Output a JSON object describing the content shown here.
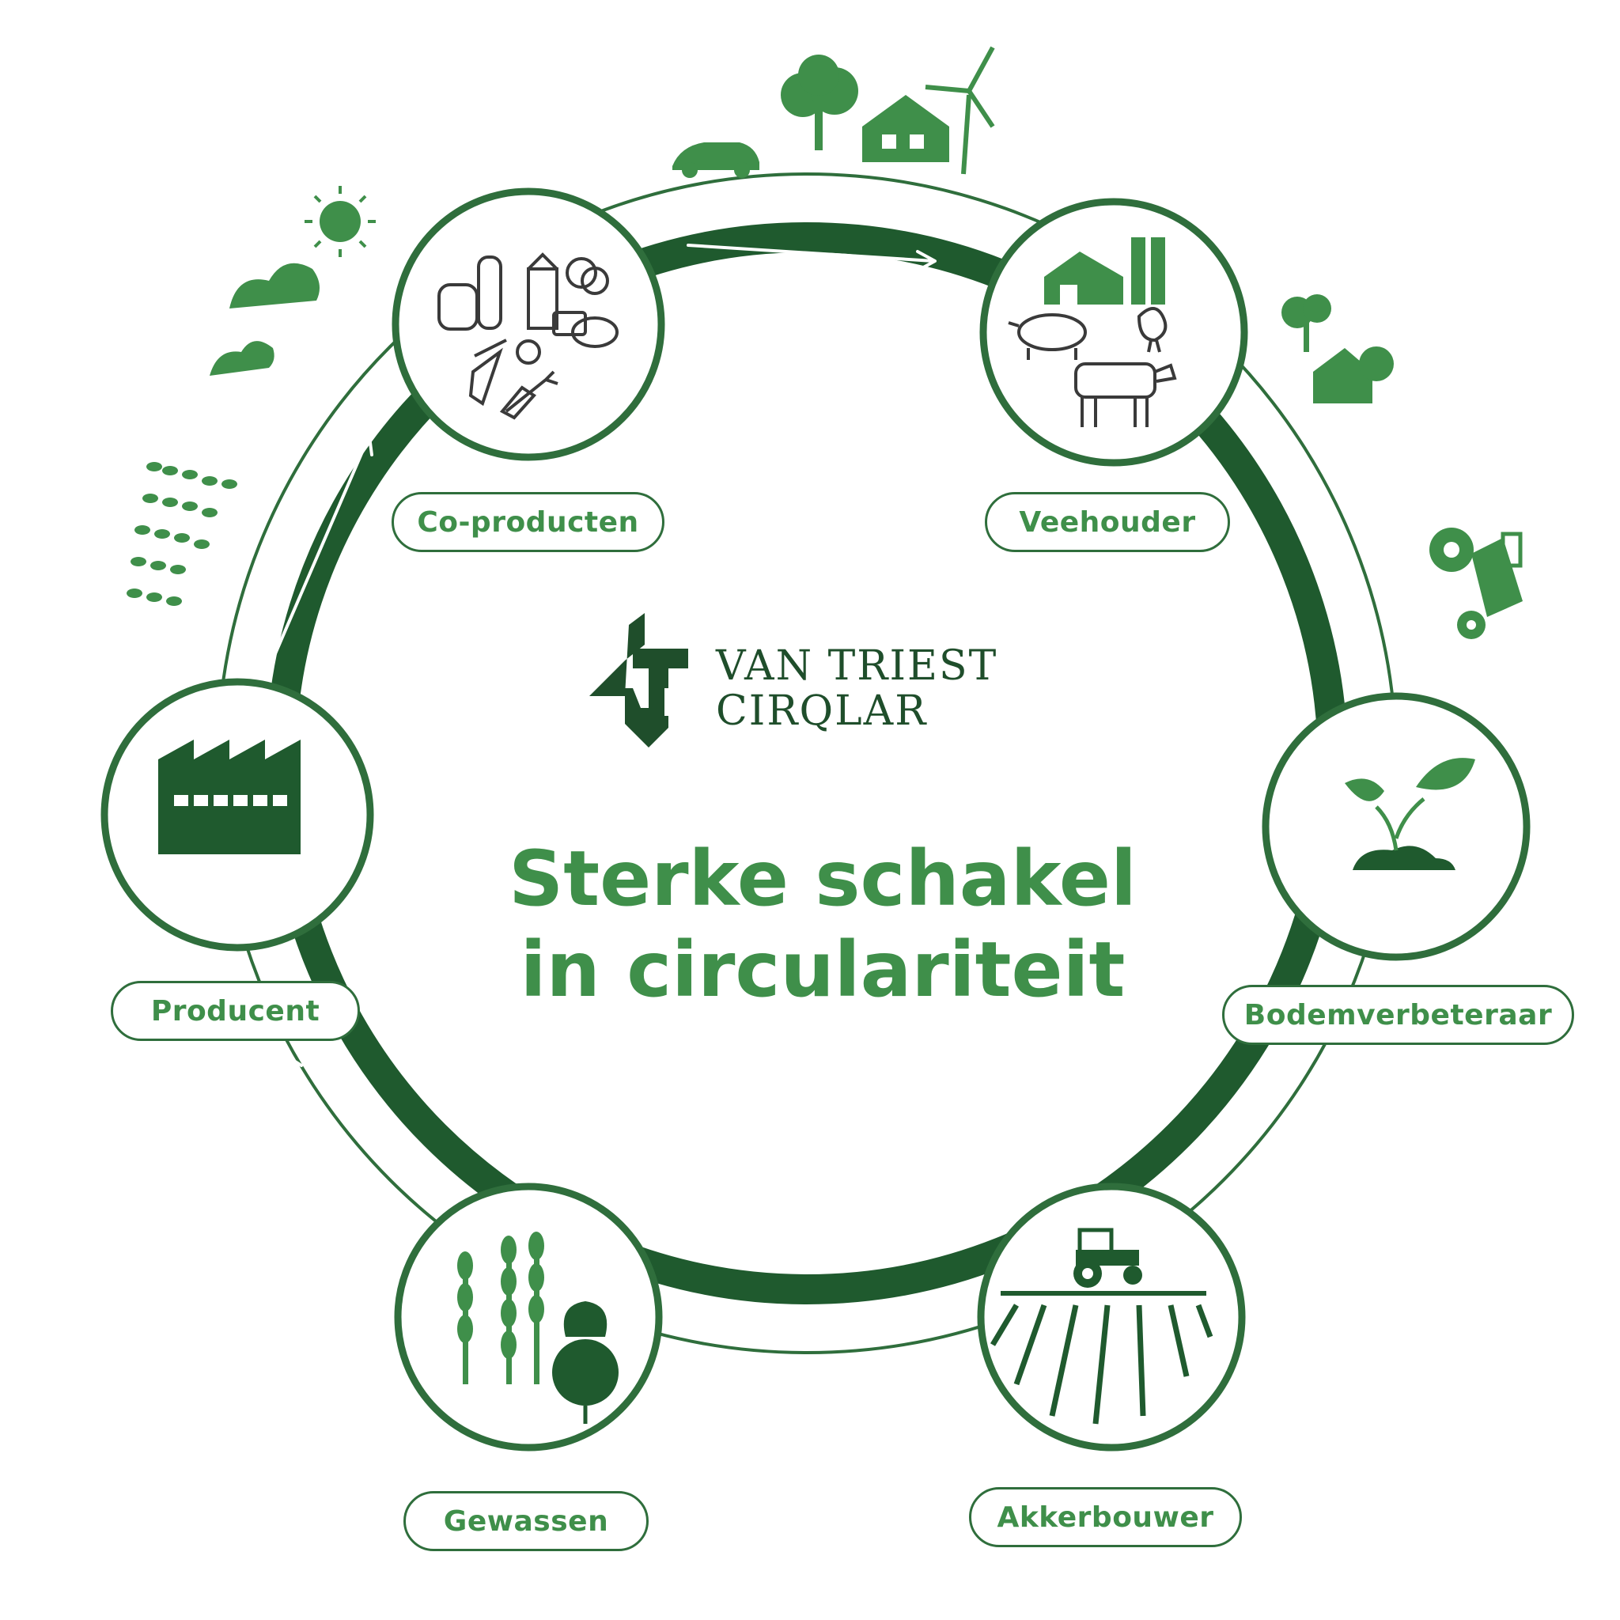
{
  "brand": {
    "line1": "VAN TRIEST",
    "line2": "CIRQLAR"
  },
  "headline": {
    "line1": "Sterke schakel",
    "line2": "in circulariteit"
  },
  "nodes": [
    {
      "label": "Co-producten",
      "icon": "food-products-icon"
    },
    {
      "label": "Veehouder",
      "icon": "livestock-farm-icon"
    },
    {
      "label": "Bodemverbeteraar",
      "icon": "seedling-soil-icon"
    },
    {
      "label": "Akkerbouwer",
      "icon": "tractor-field-icon"
    },
    {
      "label": "Gewassen",
      "icon": "crops-beet-icon"
    },
    {
      "label": "Producent",
      "icon": "factory-icon"
    }
  ],
  "decorations": [
    "car-icon",
    "tree-icon",
    "house-icon",
    "wind-turbine-icon",
    "sun-icon",
    "cloud-icon",
    "wheat-sprig-icon",
    "tree-house-icon",
    "tractor-icon"
  ],
  "colors": {
    "dark_green": "#1f5a2e",
    "ring_green": "#2f6e3c",
    "accent_green": "#3f8f4a",
    "background": "#ffffff"
  }
}
